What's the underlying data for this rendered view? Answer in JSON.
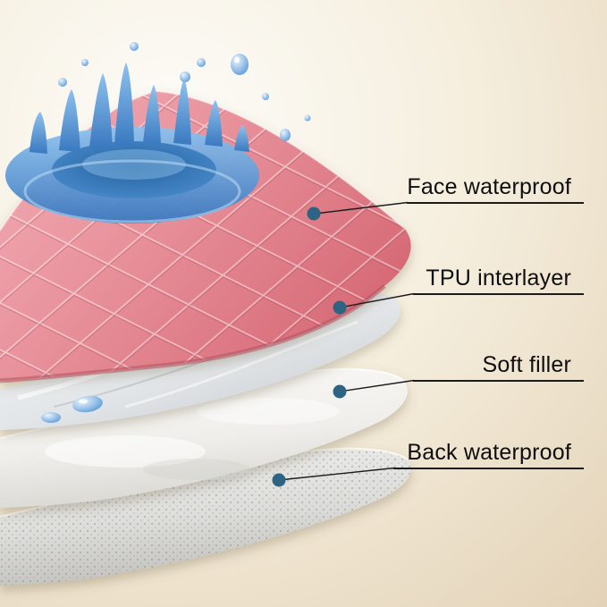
{
  "callouts": {
    "items": [
      {
        "label": "Face waterproof"
      },
      {
        "label": "TPU interlayer"
      },
      {
        "label": "Soft filler"
      },
      {
        "label": "Back waterproof"
      }
    ]
  },
  "colors": {
    "callout_dot": "#2d6484",
    "callout_line": "#1c1c1c",
    "label_text": "#0e0e0e",
    "face_layer_pink": "#e2808b",
    "splash_blue": "#3e86c9",
    "tpu_gray": "#d8dbdd",
    "filler_white": "#f4f4f2",
    "back_gray": "#cfcfcd",
    "background_light": "#fdfcf9",
    "background_tan": "#e3d2b7"
  },
  "illustration": {
    "layers": [
      {
        "name": "face-waterproof-layer"
      },
      {
        "name": "tpu-interlayer-layer"
      },
      {
        "name": "soft-filler-layer"
      },
      {
        "name": "back-waterproof-layer"
      }
    ],
    "splash": {
      "name": "water-splash"
    }
  }
}
